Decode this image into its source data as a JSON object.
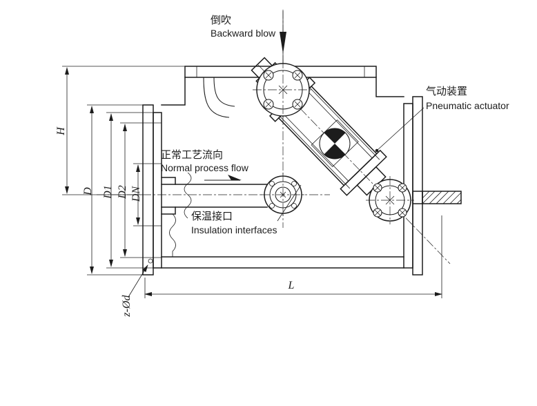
{
  "annotations": {
    "backward_blow": {
      "zh": "倒吹",
      "en": "Backward blow"
    },
    "pneumatic_actuator": {
      "zh": "气动装置",
      "en": "Pneumatic actuator"
    },
    "normal_process_flow": {
      "zh": "正常工艺流向",
      "en": "Normal process flow"
    },
    "insulation_interfaces": {
      "zh": "保温接口",
      "en": "Insulation interfaces"
    }
  },
  "dimension_labels": {
    "height": "H",
    "flange_outer_diameter": "D",
    "bolt_circle_diameter": "D1",
    "raised_face_diameter": "D2",
    "nominal_diameter": "DN",
    "overall_length": "L",
    "bolt_holes": "z-Ød"
  },
  "colors": {
    "line": "#1c1c1c",
    "background": "#ffffff"
  }
}
